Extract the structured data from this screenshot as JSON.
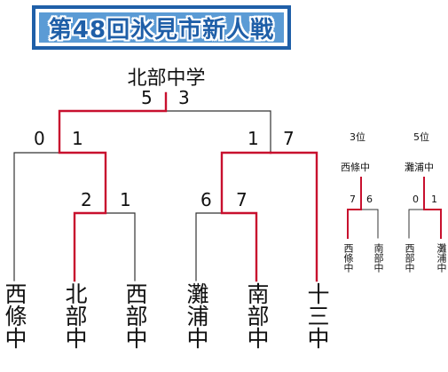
{
  "title": "第48回氷見市新人戦",
  "main_bracket": {
    "champion": "北部中学",
    "teams": [
      "西條中",
      "北部中",
      "西部中",
      "灘浦中",
      "南部中",
      "十三中"
    ],
    "round1": [
      {
        "teams": [
          "北部中",
          "西部中"
        ],
        "scores": [
          "2",
          "1"
        ],
        "winner": "北部中"
      },
      {
        "teams": [
          "灘浦中",
          "南部中"
        ],
        "scores": [
          "6",
          "7"
        ],
        "winner": "南部中"
      }
    ],
    "semifinals": [
      {
        "teams": [
          "西條中",
          "北部中"
        ],
        "scores": [
          "0",
          "1"
        ],
        "winner": "北部中"
      },
      {
        "teams": [
          "南部中",
          "十三中"
        ],
        "scores": [
          "1",
          "7"
        ],
        "winner": "十三中"
      }
    ],
    "final": {
      "teams": [
        "北部中",
        "十三中"
      ],
      "scores": [
        "5",
        "3"
      ],
      "winner": "北部中"
    }
  },
  "third_place": {
    "label": "3位",
    "winner": "西條中",
    "teams": [
      "西條中",
      "南部中"
    ],
    "scores": [
      "7",
      "6"
    ]
  },
  "fifth_place": {
    "label": "5位",
    "winner": "灘浦中",
    "teams": [
      "西部中",
      "灘浦中"
    ],
    "scores": [
      "0",
      "1"
    ]
  },
  "colors": {
    "winner_line": "#c8102e",
    "loser_line": "#333333",
    "title_border": "#1f5fa8",
    "title_fill": "#5b9bd5",
    "title_text": "#1f5fa8"
  }
}
